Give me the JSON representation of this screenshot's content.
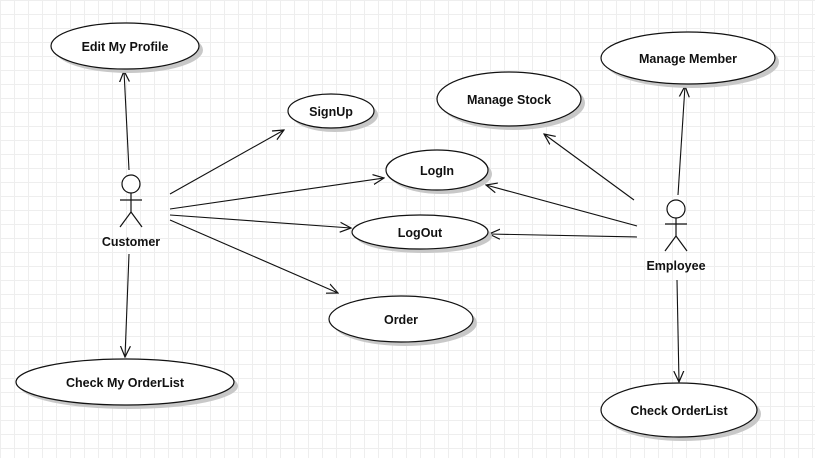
{
  "diagram": {
    "actors": [
      {
        "id": "customer",
        "label": "Customer"
      },
      {
        "id": "employee",
        "label": "Employee"
      }
    ],
    "use_cases": [
      {
        "id": "edit-my-profile",
        "label": "Edit My Profile"
      },
      {
        "id": "signup",
        "label": "SignUp"
      },
      {
        "id": "login",
        "label": "LogIn"
      },
      {
        "id": "logout",
        "label": "LogOut"
      },
      {
        "id": "order",
        "label": "Order"
      },
      {
        "id": "check-my-orderlist",
        "label": "Check My OrderList"
      },
      {
        "id": "manage-stock",
        "label": "Manage Stock"
      },
      {
        "id": "manage-member",
        "label": "Manage Member"
      },
      {
        "id": "check-orderlist",
        "label": "Check OrderList"
      }
    ],
    "associations": [
      {
        "from": "customer",
        "to": "edit-my-profile"
      },
      {
        "from": "customer",
        "to": "signup"
      },
      {
        "from": "customer",
        "to": "login"
      },
      {
        "from": "customer",
        "to": "logout"
      },
      {
        "from": "customer",
        "to": "order"
      },
      {
        "from": "customer",
        "to": "check-my-orderlist"
      },
      {
        "from": "employee",
        "to": "manage-stock"
      },
      {
        "from": "employee",
        "to": "manage-member"
      },
      {
        "from": "employee",
        "to": "login"
      },
      {
        "from": "employee",
        "to": "logout"
      },
      {
        "from": "employee",
        "to": "check-orderlist"
      }
    ],
    "colors": {
      "stroke": "#111111",
      "fill": "#ffffff",
      "shadow": "#c8c8c8",
      "grid": "#eeeeee"
    }
  }
}
